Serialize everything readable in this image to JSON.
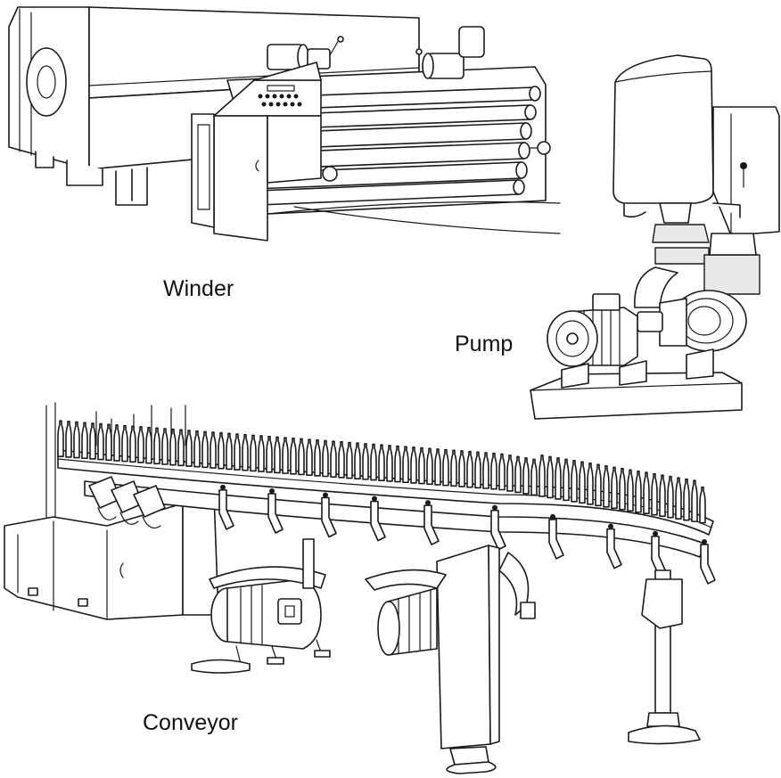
{
  "labels": {
    "winder": "Winder",
    "pump": "Pump",
    "conveyor": "Conveyor"
  },
  "colors": {
    "line": "#1a1a1a",
    "fill": "#ffffff",
    "shade": "#e9e9e9"
  }
}
